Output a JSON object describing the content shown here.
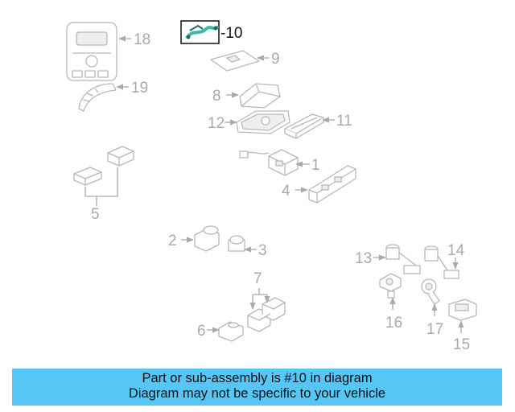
{
  "callouts": {
    "c1": "1",
    "c2": "2",
    "c3": "3",
    "c4": "4",
    "c5": "5",
    "c6": "6",
    "c7": "7",
    "c8": "8",
    "c9": "9",
    "c10": "-10",
    "c11": "11",
    "c12": "12",
    "c13": "13",
    "c14": "14",
    "c15": "15",
    "c16": "16",
    "c17": "17",
    "c18": "18",
    "c19": "19"
  },
  "highlight_part": "10",
  "colors": {
    "banner": "#56c6f6",
    "highlight_part": "#3fb8a8",
    "line_art": "#b8b8b8"
  },
  "banner": {
    "line1": "Part or sub-assembly is #10 in diagram",
    "line2": "Diagram may not be specific to your vehicle"
  }
}
